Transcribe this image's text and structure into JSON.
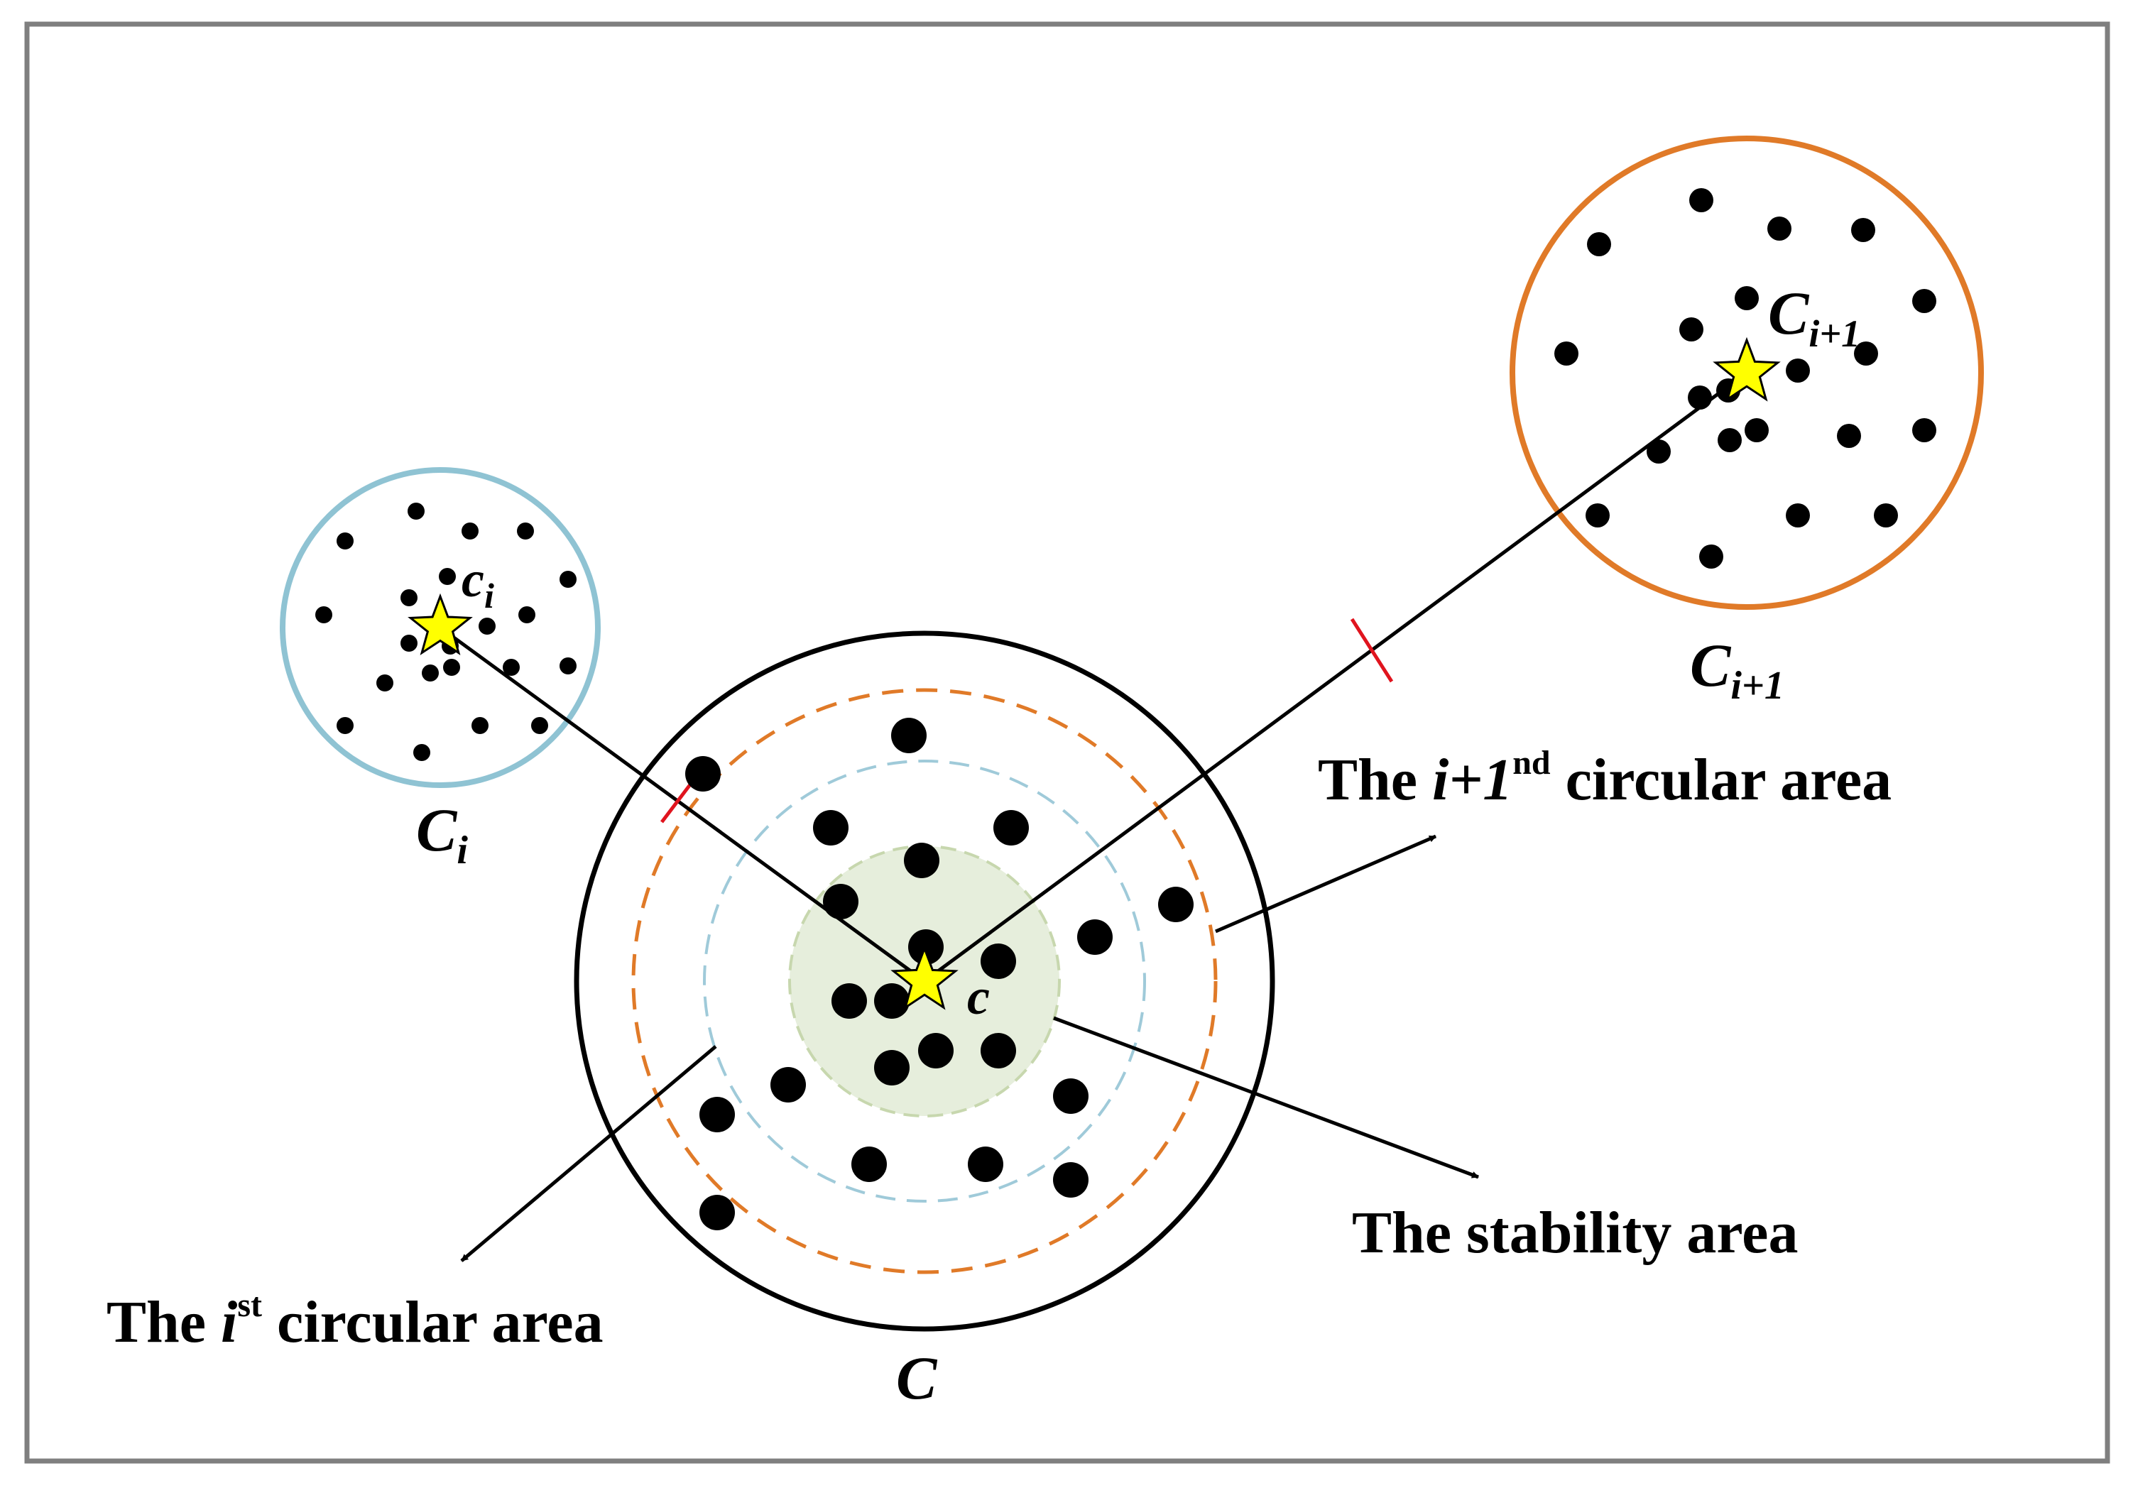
{
  "colors": {
    "border": "#7f7f7f",
    "cluster_ci": "#8fc3d3",
    "cluster_ci1": "#e07a28",
    "cluster_c": "#000000",
    "dashed_orange": "#e07a28",
    "dashed_blue": "#9fcad9",
    "stability_fill": "#e6eedc",
    "stability_stroke": "#c7d7ae",
    "star_fill": "#ffff00",
    "star_stroke": "#000000",
    "point": "#000000",
    "tick": "#e0141e"
  },
  "labels": {
    "centroid_ci": {
      "base": "c",
      "sub": "i"
    },
    "centroid_ci1": {
      "base": "C",
      "sub": "i+1"
    },
    "centroid_c": "c",
    "cluster_ci": {
      "base": "C",
      "sub": "i"
    },
    "cluster_ci1": {
      "base": "C",
      "sub": "i+1"
    },
    "cluster_c": "C",
    "area_i1": {
      "pre": "The ",
      "var": "i+1",
      "sup": "nd",
      "post": " circular area"
    },
    "area_i": {
      "pre": "The ",
      "var": "i",
      "sup": "st",
      "post": " circular area"
    },
    "stability": "The stability area"
  }
}
